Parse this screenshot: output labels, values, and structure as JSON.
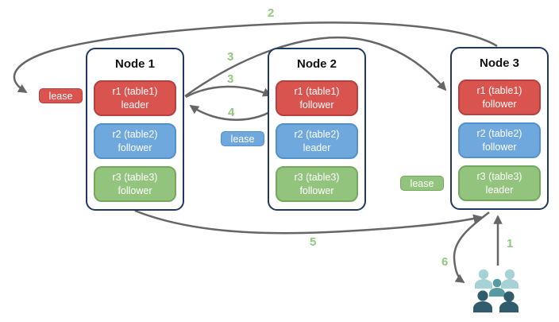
{
  "diagram": {
    "nodes": [
      {
        "title": "Node 1",
        "replicas": [
          {
            "name": "r1 (table1)",
            "role": "leader",
            "color": "red"
          },
          {
            "name": "r2 (table2)",
            "role": "follower",
            "color": "blue"
          },
          {
            "name": "r3 (table3)",
            "role": "follower",
            "color": "green"
          }
        ]
      },
      {
        "title": "Node 2",
        "replicas": [
          {
            "name": "r1 (table1)",
            "role": "follower",
            "color": "red"
          },
          {
            "name": "r2 (table2)",
            "role": "leader",
            "color": "blue"
          },
          {
            "name": "r3 (table3)",
            "role": "follower",
            "color": "green"
          }
        ]
      },
      {
        "title": "Node 3",
        "replicas": [
          {
            "name": "r1 (table1)",
            "role": "follower",
            "color": "red"
          },
          {
            "name": "r2 (table2)",
            "role": "follower",
            "color": "blue"
          },
          {
            "name": "r3 (table3)",
            "role": "leader",
            "color": "green"
          }
        ]
      }
    ],
    "leases": [
      {
        "label": "lease",
        "color": "red"
      },
      {
        "label": "lease",
        "color": "blue"
      },
      {
        "label": "lease",
        "color": "green"
      }
    ],
    "step_labels": [
      {
        "text": "1"
      },
      {
        "text": "2"
      },
      {
        "text": "3"
      },
      {
        "text": "3"
      },
      {
        "text": "4"
      },
      {
        "text": "5"
      },
      {
        "text": "6"
      }
    ],
    "icons": {
      "users": "users-icon"
    },
    "colors": {
      "red_fill": "#d9534f",
      "red_border": "#b8403c",
      "blue_fill": "#6fa8dc",
      "blue_border": "#5490cb",
      "green_fill": "#93c47d",
      "green_border": "#73a95b",
      "node_border": "#1f3864",
      "arrow": "#666666",
      "step_label": "#92c97b",
      "users_light": "#a7d2d5",
      "users_medium": "#569aa2",
      "users_dark": "#305d6d"
    }
  }
}
